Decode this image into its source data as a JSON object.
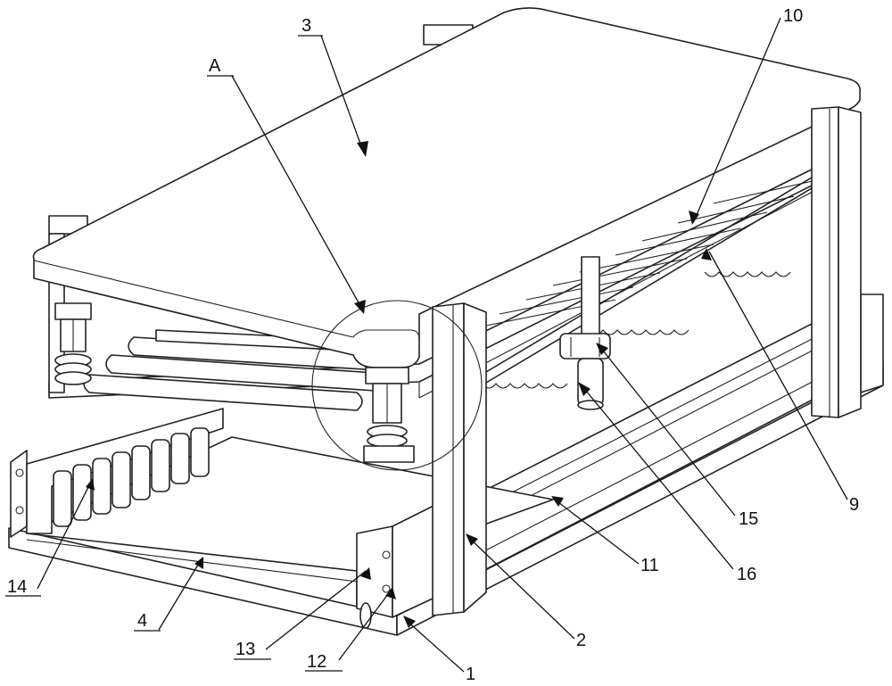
{
  "colors": {
    "line": "#222222",
    "background": "#ffffff"
  },
  "labels": {
    "A": "A",
    "n1": "1",
    "n2": "2",
    "n3": "3",
    "n4": "4",
    "n9": "9",
    "n10": "10",
    "n11": "11",
    "n12": "12",
    "n13": "13",
    "n14": "14",
    "n15": "15",
    "n16": "16"
  }
}
